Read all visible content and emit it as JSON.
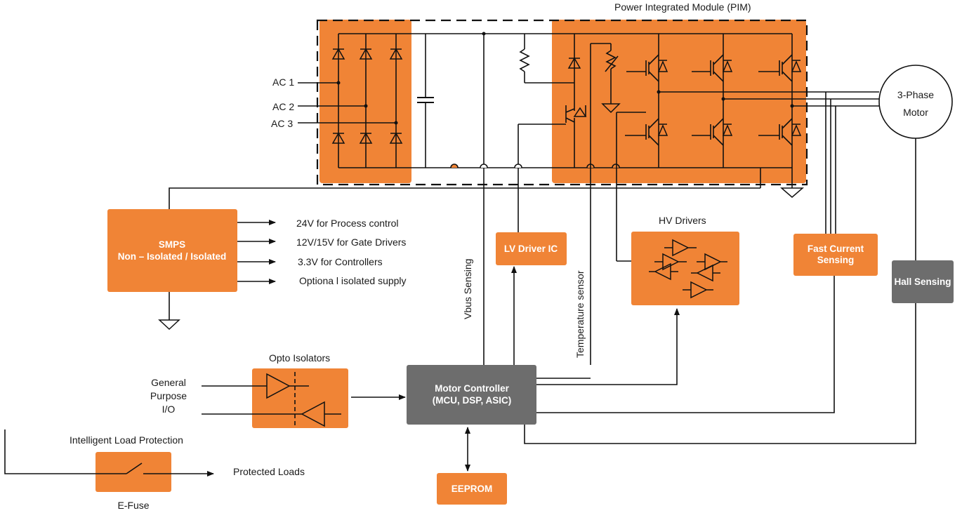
{
  "pim": {
    "title": "Power Integrated Module (PIM)"
  },
  "ac_inputs": [
    "AC 1",
    "AC 2",
    "AC 3"
  ],
  "motor": {
    "line1": "3-Phase",
    "line2": "Motor"
  },
  "smps": {
    "title": "SMPS",
    "subtitle": "Non – Isolated / Isolated",
    "outputs": [
      "24V for Process control",
      "12V/15V for Gate Drivers",
      "3.3V for Controllers",
      "Optiona l isolated supply"
    ]
  },
  "blocks": {
    "lv_driver": "LV Driver IC",
    "hv_drivers": "HV Drivers",
    "fast_current_1": "Fast Current",
    "fast_current_2": "Sensing",
    "hall_sensing": "Hall Sensing",
    "motor_controller_1": "Motor Controller",
    "motor_controller_2": "(MCU, DSP, ASIC)",
    "eeprom": "EEPROM",
    "opto_isolators": "Opto Isolators",
    "efuse": "E-Fuse"
  },
  "labels": {
    "vbus_sensing": "Vbus Sensing",
    "temperature_sensor": "Temperature sensor",
    "gpio_1": "General",
    "gpio_2": "Purpose",
    "gpio_3": "I/O",
    "intelligent_load_protection": "Intelligent Load Protection",
    "protected_loads": "Protected Loads"
  },
  "colors": {
    "block_orange": "#f08436",
    "block_gray": "#6d6d6d",
    "line": "#111111"
  }
}
